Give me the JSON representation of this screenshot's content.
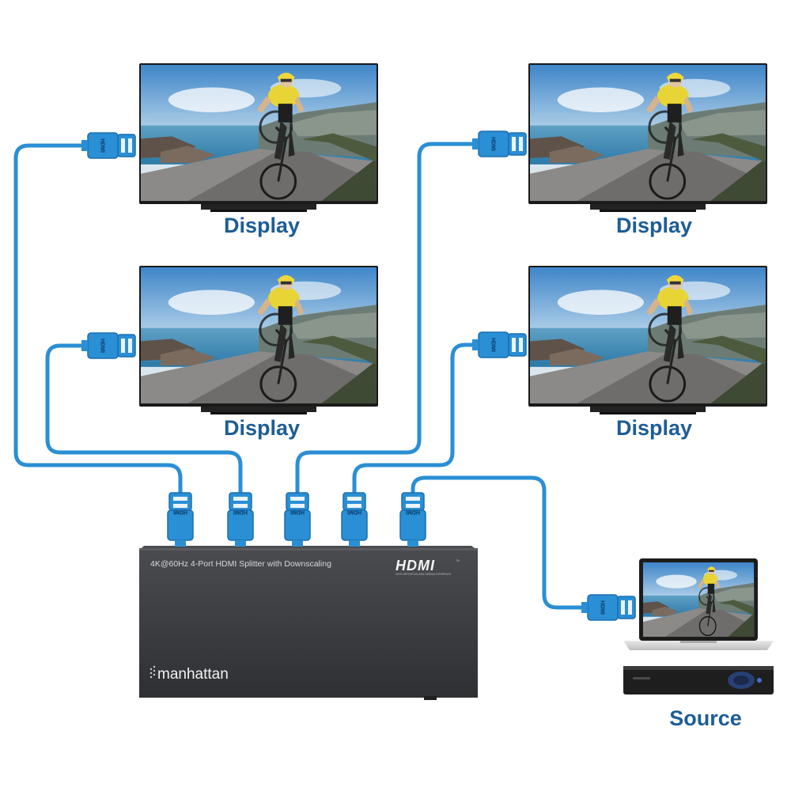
{
  "displays": [
    {
      "id": "d1",
      "label": "Display"
    },
    {
      "id": "d2",
      "label": "Display"
    },
    {
      "id": "d3",
      "label": "Display"
    },
    {
      "id": "d4",
      "label": "Display"
    }
  ],
  "connector_text": "HDMI",
  "splitter": {
    "title": "4K@60Hz 4-Port HDMI Splitter with Downscaling",
    "logo": "HDMI",
    "logo_tm": "TM",
    "logo_subtitle": "HIGH-DEFINITION MULTIMEDIA INTERFACE",
    "brand": "manhattan"
  },
  "source": {
    "label": "Source"
  },
  "colors": {
    "cable": "#2a8fd4",
    "cable_dark": "#1a6fb0",
    "label": "#1d5d96",
    "device": "#3b3d40",
    "tv_frame": "#1a1a1a"
  }
}
